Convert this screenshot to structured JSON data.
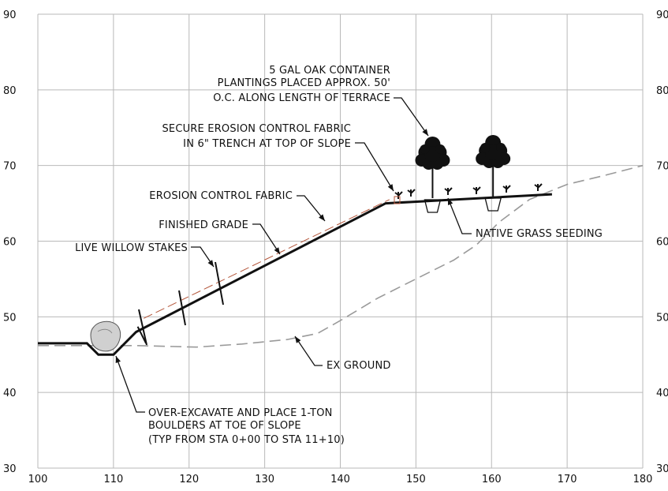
{
  "title": "",
  "axes": {
    "x_ticks": [
      "100",
      "110",
      "120",
      "130",
      "140",
      "150",
      "160",
      "170",
      "180"
    ],
    "y_ticks": [
      "30",
      "40",
      "50",
      "60",
      "70",
      "80",
      "90"
    ],
    "x_range": [
      100,
      180
    ],
    "y_range": [
      30,
      90
    ]
  },
  "callouts": {
    "oak_line1": "5 GAL OAK CONTAINER",
    "oak_line2": "PLANTINGS PLACED APPROX. 50'",
    "oak_line3": "O.C. ALONG LENGTH OF TERRACE",
    "trench_line1": "SECURE EROSION CONTROL FABRIC",
    "trench_line2": "IN 6\" TRENCH AT TOP OF SLOPE",
    "fabric": "EROSION CONTROL FABRIC",
    "finished_grade": "FINISHED GRADE",
    "willow": "LIVE WILLOW STAKES",
    "grass": "NATIVE GRASS SEEDING",
    "ex_ground": "EX GROUND",
    "boulder_line1": "OVER-EXCAVATE AND PLACE 1-TON",
    "boulder_line2": "BOULDERS AT TOE OF SLOPE",
    "boulder_line3": "(TYP FROM STA 0+00 TO STA 11+10)"
  },
  "profiles": {
    "finished_grade": [
      [
        100,
        46.5
      ],
      [
        106.5,
        46.5
      ],
      [
        108,
        45
      ],
      [
        110,
        45
      ],
      [
        113,
        48
      ],
      [
        146,
        65
      ],
      [
        168,
        66.2
      ]
    ],
    "toe_trench": [
      [
        113.2,
        48.7
      ],
      [
        114.3,
        46.5
      ]
    ],
    "existing_ground": [
      [
        100,
        46.2
      ],
      [
        106,
        46.2
      ],
      [
        113,
        46.2
      ],
      [
        121,
        46
      ],
      [
        127,
        46.4
      ],
      [
        133,
        47
      ],
      [
        137,
        47.8
      ],
      [
        140,
        49.5
      ],
      [
        145,
        52.5
      ],
      [
        150,
        55
      ],
      [
        155,
        57.5
      ],
      [
        158,
        59.5
      ],
      [
        161,
        62.5
      ],
      [
        165,
        65.5
      ],
      [
        170,
        67.5
      ],
      [
        175,
        68.7
      ],
      [
        180,
        70
      ]
    ],
    "fabric_line": [
      [
        114,
        49.8
      ],
      [
        146.5,
        65.5
      ]
    ]
  },
  "colors": {
    "ground": "#111111",
    "existing": "#9a9a9a",
    "fabric": "#b4563a",
    "boulder": "#d0d0d0",
    "grid": "#b9b9b9"
  }
}
